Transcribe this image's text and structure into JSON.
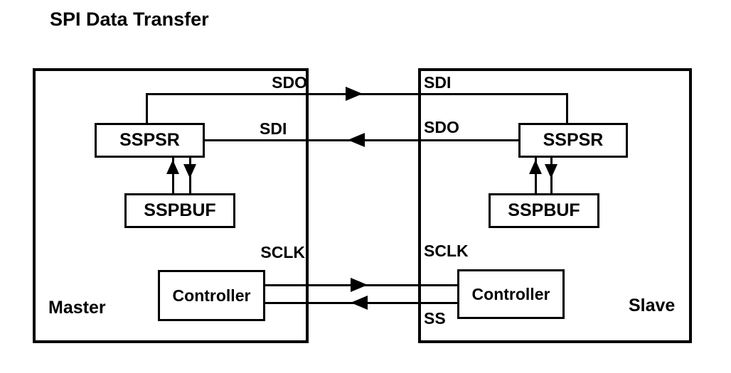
{
  "title": "SPI Data Transfer",
  "colors": {
    "line": "#000000",
    "text": "#000000",
    "background": "#ffffff"
  },
  "master": {
    "label": "Master",
    "components": {
      "sspsr": "SSPSR",
      "sspbuf": "SSPBUF",
      "controller": "Controller"
    },
    "pins": {
      "sdo": "SDO",
      "sdi": "SDI",
      "sclk": "SCLK"
    }
  },
  "slave": {
    "label": "Slave",
    "components": {
      "sspsr": "SSPSR",
      "sspbuf": "SSPBUF",
      "controller": "Controller"
    },
    "pins": {
      "sdi": "SDI",
      "sdo": "SDO",
      "sclk": "SCLK",
      "ss": "SS"
    }
  },
  "connections": [
    {
      "name": "sdo-to-sdi",
      "from": "master.sspsr",
      "to": "slave.sspsr",
      "direction": "right"
    },
    {
      "name": "sdo-to-sdi-return",
      "from": "slave.sspsr",
      "to": "master.sspsr",
      "direction": "left"
    },
    {
      "name": "sclk",
      "from": "master.controller",
      "to": "slave.controller",
      "direction": "right"
    },
    {
      "name": "ss",
      "from": "slave.controller",
      "to": "master.controller",
      "direction": "left"
    },
    {
      "name": "sspbuf-sspsr-exchange",
      "within": "both",
      "direction": "bidirectional"
    }
  ]
}
